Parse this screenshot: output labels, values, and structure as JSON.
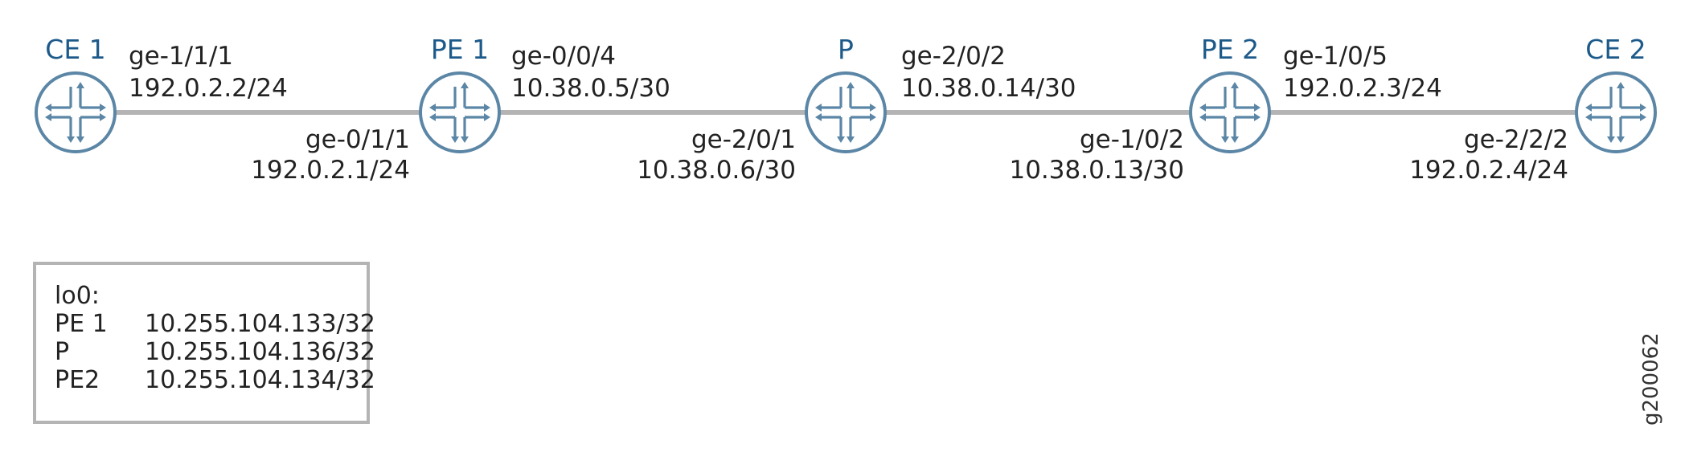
{
  "colors": {
    "router_stroke": "#5b86a6",
    "router_fill": "#ffffff",
    "link": "#b4b4b4",
    "node_label": "#1d5a8a",
    "text": "#222222",
    "box_border": "#b4b4b4"
  },
  "icon": "router-icon",
  "nodes": [
    {
      "label": "CE 1"
    },
    {
      "label": "PE 1"
    },
    {
      "label": "P"
    },
    {
      "label": "PE 2"
    },
    {
      "label": "CE 2"
    }
  ],
  "links": [
    {
      "upper": {
        "if": "ge-1/1/1",
        "ip": "192.0.2.2/24"
      },
      "lower": {
        "if": "ge-0/1/1",
        "ip": "192.0.2.1/24"
      }
    },
    {
      "upper": {
        "if": "ge-0/0/4",
        "ip": "10.38.0.5/30"
      },
      "lower": {
        "if": "ge-2/0/1",
        "ip": "10.38.0.6/30"
      }
    },
    {
      "upper": {
        "if": "ge-2/0/2",
        "ip": "10.38.0.14/30"
      },
      "lower": {
        "if": "ge-1/0/2",
        "ip": "10.38.0.13/30"
      }
    },
    {
      "upper": {
        "if": "ge-1/0/5",
        "ip": "192.0.2.3/24"
      },
      "lower": {
        "if": "ge-2/2/2",
        "ip": "192.0.2.4/24"
      }
    }
  ],
  "loopback": {
    "title": "lo0:",
    "rows": [
      {
        "name": "PE 1",
        "addr": "10.255.104.133/32"
      },
      {
        "name": "P",
        "addr": "10.255.104.136/32"
      },
      {
        "name": "PE2",
        "addr": "10.255.104.134/32"
      }
    ]
  },
  "figure_id": "g200062"
}
